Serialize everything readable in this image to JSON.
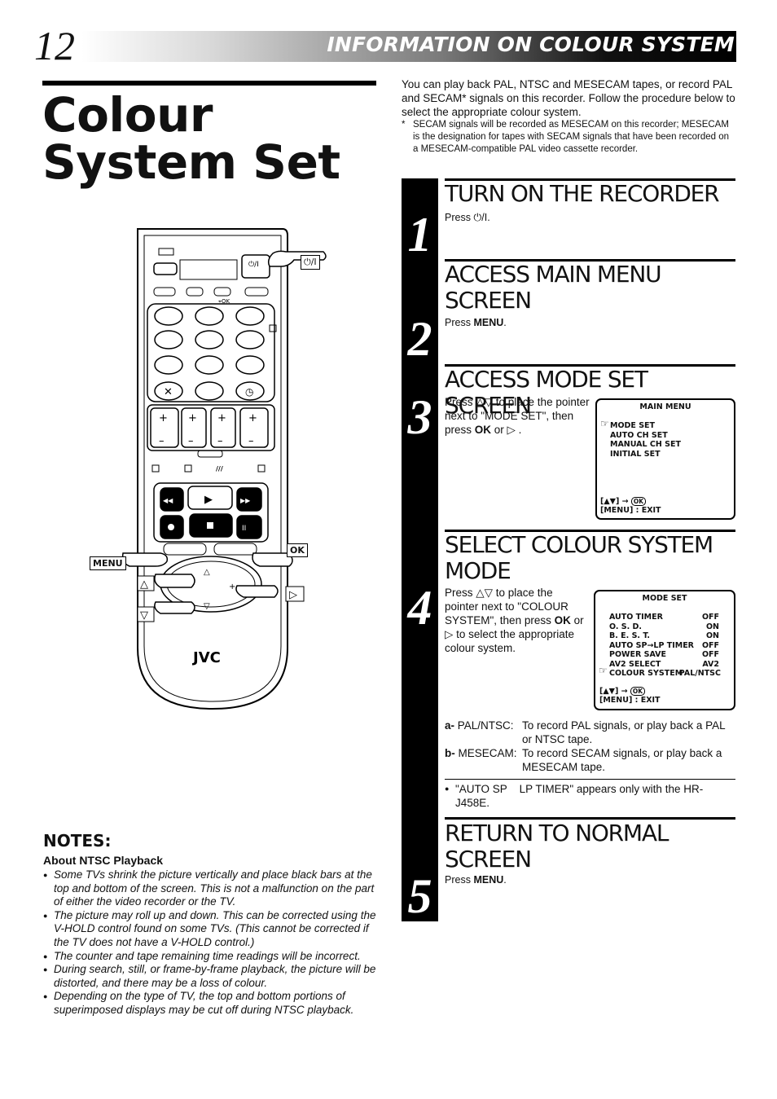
{
  "header": {
    "page_number": "12",
    "lang": "EN",
    "section_title": "INFORMATION ON COLOUR SYSTEM"
  },
  "title": {
    "line1": "Colour",
    "line2": "System Set"
  },
  "intro": {
    "text": "You can play back PAL, NTSC and MESECAM tapes, or record PAL and SECAM* signals on this recorder. Follow the procedure below to select the appropriate colour system.",
    "note_mark": "*",
    "note": "SECAM signals will be recorded as MESECAM on this recorder; MESECAM is the designation for tapes with SECAM signals that have been recorded on a MESECAM-compatible PAL video cassette recorder."
  },
  "steps": [
    {
      "num": "1",
      "title": "TURN ON THE RECORDER",
      "text": "Press ⏻/I."
    },
    {
      "num": "2",
      "title": "ACCESS MAIN MENU SCREEN",
      "text_pre": "Press ",
      "text_bold": "MENU",
      "text_post": "."
    },
    {
      "num": "3",
      "title": "ACCESS MODE SET SCREEN",
      "text_pre": "Press △▽ to place the pointer next to \"MODE SET\", then press ",
      "text_bold": "OK",
      "text_post": " or ▷ ."
    },
    {
      "num": "4",
      "title": "SELECT COLOUR SYSTEM MODE",
      "text_pre": "Press △▽ to place the pointer next to \"COLOUR SYSTEM\", then press ",
      "text_bold": "OK",
      "text_post": " or ▷ to select the appropriate colour system."
    },
    {
      "num": "5",
      "title": "RETURN TO NORMAL SCREEN",
      "text_pre": "Press ",
      "text_bold": "MENU",
      "text_post": "."
    }
  ],
  "main_menu_screen": {
    "caption": "MAIN MENU",
    "items": [
      "MODE SET",
      "AUTO CH SET",
      "MANUAL CH SET",
      "INITIAL SET"
    ],
    "nav": "[▲▼] →",
    "ok": "OK",
    "exit": "[MENU] : EXIT"
  },
  "mode_set_screen": {
    "caption": "MODE SET",
    "rows": [
      {
        "label": "AUTO TIMER",
        "value": "OFF"
      },
      {
        "label": "O. S. D.",
        "value": "ON"
      },
      {
        "label": "B. E. S. T.",
        "value": "ON"
      },
      {
        "label": "AUTO SP→LP TIMER",
        "value": "OFF"
      },
      {
        "label": "POWER SAVE",
        "value": "OFF"
      },
      {
        "label": "AV2 SELECT",
        "value": "AV2"
      },
      {
        "label": "COLOUR SYSTEM",
        "value": "PAL/NTSC"
      }
    ],
    "nav": "[▲▼] →",
    "ok": "OK",
    "exit": "[MENU] : EXIT"
  },
  "options": [
    {
      "key": "a-",
      "name": "PAL/NTSC:",
      "desc": "To record PAL signals, or play back a PAL or NTSC tape."
    },
    {
      "key": "b-",
      "name": "MESECAM:",
      "desc": "To record SECAM signals, or play back a MESECAM tape."
    }
  ],
  "step4_note": "\"AUTO SP    LP TIMER\" appears only with the HR-J458E.",
  "remote": {
    "power_label": "⏻/I",
    "menu_label": "MENU",
    "ok_label": "OK",
    "brand": "JVC"
  },
  "notes": {
    "heading": "NOTES:",
    "subheading": "About NTSC Playback",
    "items": [
      "Some TVs shrink the picture vertically and place black bars at the top and bottom of the screen. This is not a malfunction on the part of either the video recorder or the TV.",
      "The picture may roll up and down. This can be corrected using the V-HOLD control found on some TVs. (This cannot be corrected if the TV does not have a V-HOLD control.)",
      "The counter and tape remaining time readings will be incorrect.",
      "During search, still, or frame-by-frame playback, the picture will be distorted, and there may be a loss of colour.",
      "Depending on the type of TV, the top and bottom portions of superimposed displays may be cut off during NTSC playback."
    ]
  }
}
